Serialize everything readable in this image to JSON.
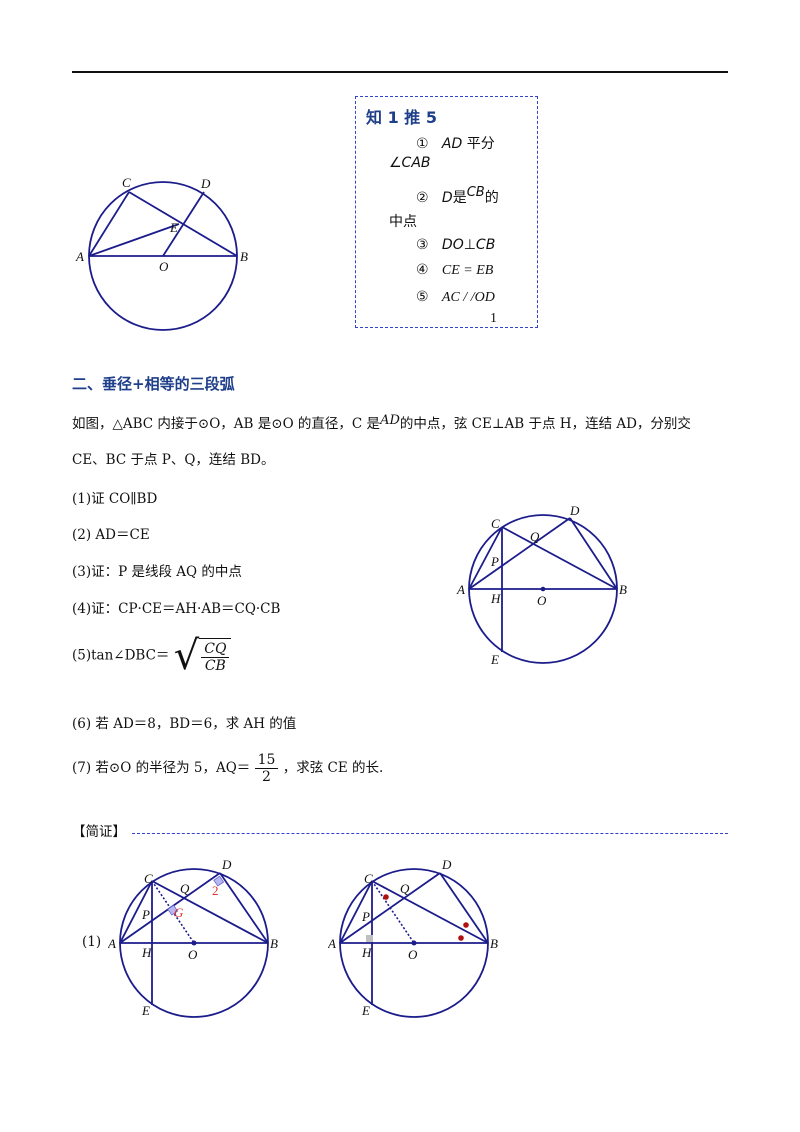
{
  "box": {
    "title": "知 1 推 5",
    "items": [
      {
        "num": "①",
        "parts": [
          "AD",
          " 平分"
        ],
        "cont": "∠CAB"
      },
      {
        "num": "②",
        "pre": "D",
        "mid": "是",
        "arc": "CB",
        "post": "的",
        "cont": "中点"
      },
      {
        "num": "③",
        "text": "DO⊥CB"
      },
      {
        "num": "④",
        "text": "CE = EB"
      },
      {
        "num": "⑤",
        "text": "AC / /OD"
      }
    ],
    "footer": "1"
  },
  "section": {
    "heading": "二、垂径+相等的三段弧"
  },
  "problem": {
    "intro_1a": "如图，△ABC 内接于⊙O，AB 是⊙O 的直径，C 是",
    "intro_arc": "AD",
    "intro_1b": "的中点，弦 CE⊥AB 于点 H，连结 AD，分别交",
    "intro_2": "CE、BC 于点 P、Q，连结 BD。",
    "q1": "(1)证 CO∥BD",
    "q2": "(2) AD＝CE",
    "q3": "(3)证：P 是线段 AQ 的中点",
    "q4": "(4)证：CP·CE＝AH·AB＝CQ·CB",
    "q5_prefix": "(5)tan∠DBC＝",
    "q5_num": "CQ",
    "q5_den": "CB",
    "q6": "(6)  若 AD＝8，BD＝6，求 AH 的值",
    "q7_prefix": "(7)  若⊙O 的半径为 5，AQ＝",
    "q7_num": "15",
    "q7_den": "2",
    "q7_suffix": "，求弦 CE 的长."
  },
  "proof": {
    "label": "【简证】",
    "part": "(1)"
  },
  "figure_labels": {
    "A": "A",
    "B": "B",
    "C": "C",
    "D": "D",
    "E": "E",
    "O": "O",
    "H": "H",
    "P": "P",
    "Q": "Q",
    "G": "G",
    "two": "2"
  },
  "colors": {
    "circle": "#1c1c8c",
    "accent_blue": "#1f3f8a",
    "dashed": "#3344cc",
    "red": "#e03030",
    "dot_red": "#b01010"
  }
}
